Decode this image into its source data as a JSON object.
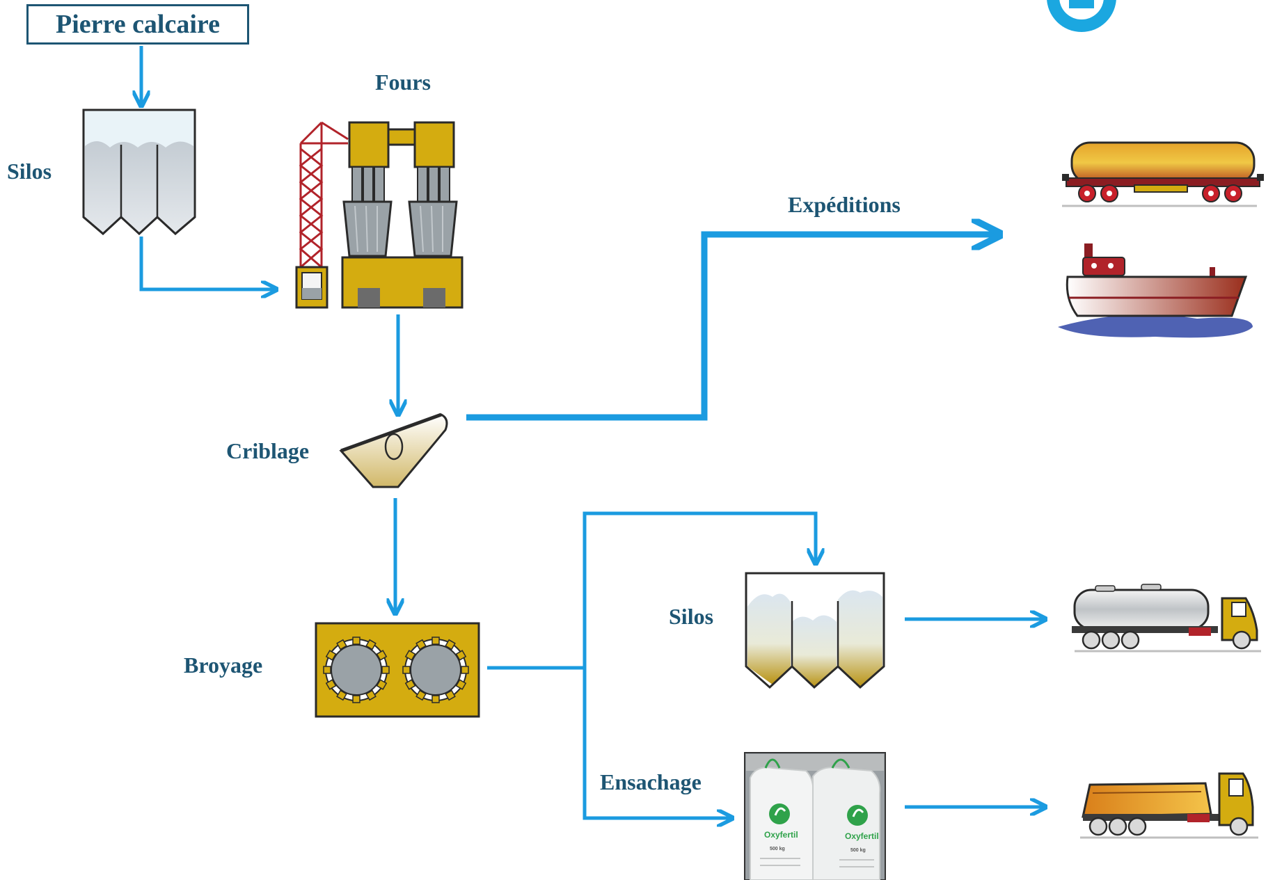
{
  "diagram": {
    "start": "Pierre calcaire",
    "nodes": {
      "silos_top": "Silos",
      "fours": "Fours",
      "criblage": "Criblage",
      "broyage": "Broyage",
      "expeditions": "Expéditions",
      "silos_bottom": "Silos",
      "ensachage": "Ensachage"
    },
    "bag_brand": "Oxyfertil",
    "bag_weight": "500 kg"
  },
  "colors": {
    "arrow": "#1b9be0",
    "label": "#1d5573",
    "machine_gold": "#d4ac10",
    "crane_red": "#b1232a",
    "silo_gray": "#d2d7dc"
  },
  "icons": {
    "rail": "rail-tanker-icon",
    "ship": "cargo-ship-icon",
    "tanker_truck": "tanker-truck-icon",
    "dump_truck": "semi-truck-icon",
    "logo": "brand-logo-icon"
  }
}
